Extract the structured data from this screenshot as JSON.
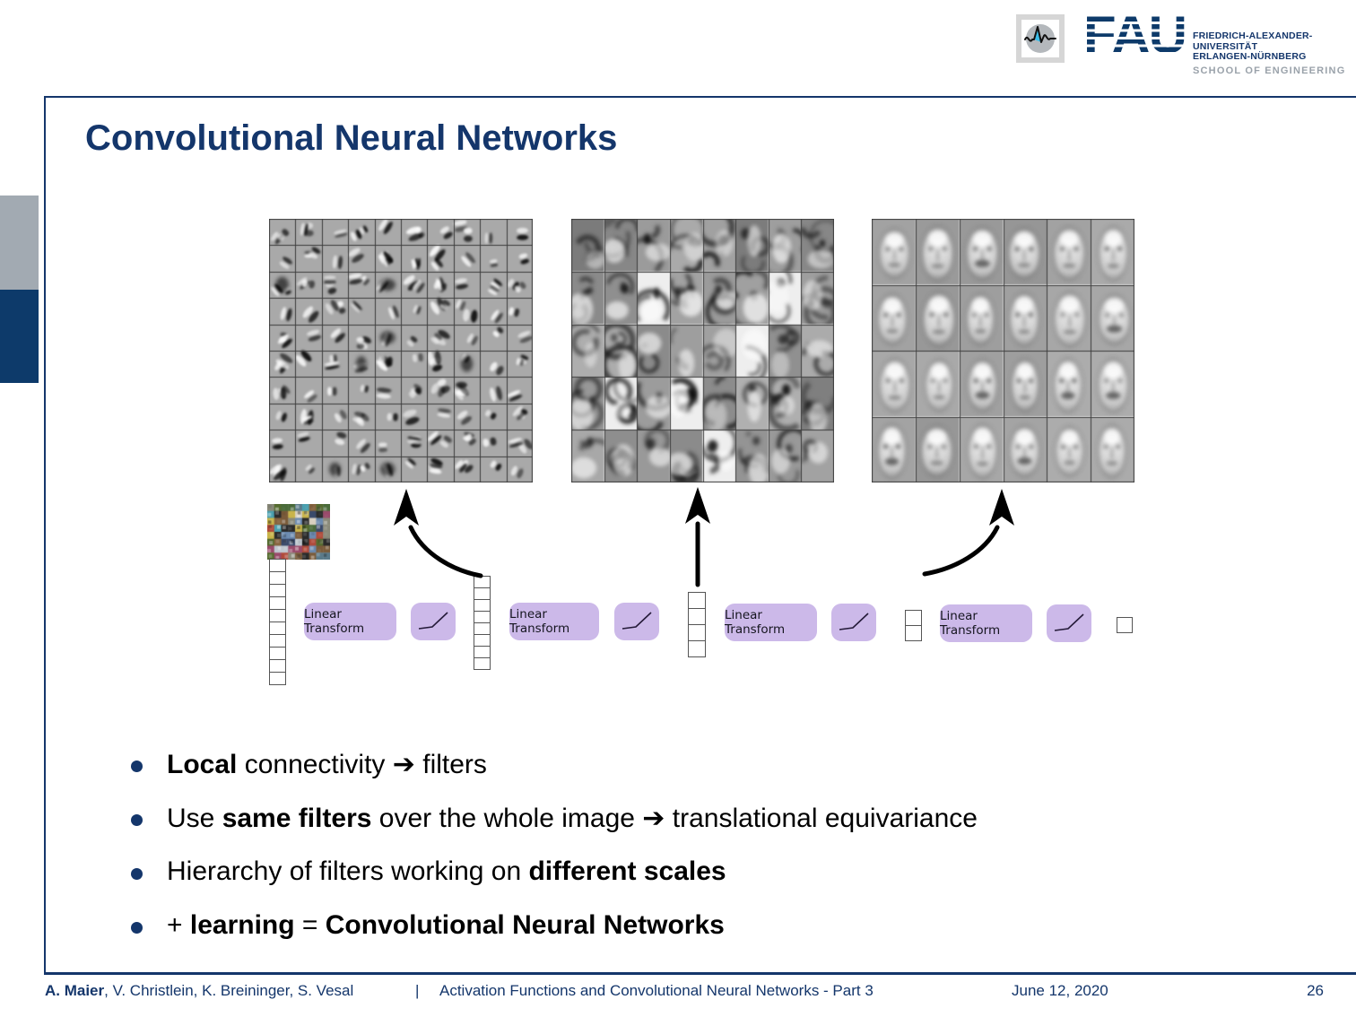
{
  "colors": {
    "navy": "#14366b",
    "lavender": "#ccb9e9",
    "gray_block": "#a2aab2",
    "school_gray": "#9aa2aa",
    "grid_cell_gray": "#a9a9a9",
    "grid_line": "#3c3c3c"
  },
  "header": {
    "fau_letters": "FAU",
    "university_lines": "FRIEDRICH-ALEXANDER-\nUNIVERSITÄT\nERLANGEN-NÜRNBERG",
    "school": "SCHOOL OF ENGINEERING"
  },
  "title": "Convolutional Neural Networks",
  "figure": {
    "transform_labels": [
      "Linear Transform",
      "Linear Transform",
      "Linear Transform",
      "Linear Transform"
    ],
    "grids": [
      {
        "name": "level1-edge-filters",
        "cols": 10,
        "rows": 10,
        "style": "edges"
      },
      {
        "name": "level2-part-filters",
        "cols": 8,
        "rows": 5,
        "style": "parts"
      },
      {
        "name": "level3-face-filters",
        "cols": 6,
        "rows": 4,
        "style": "faces"
      }
    ],
    "input_mosaic": {
      "name": "natural-image-patches",
      "cols": 9,
      "rows": 8
    },
    "vectors": [
      {
        "cells": 10
      },
      {
        "cells": 8
      },
      {
        "cells": 4
      },
      {
        "cells": 2
      },
      {
        "cells": 1
      }
    ]
  },
  "bullets": [
    [
      {
        "t": "Local",
        "b": true
      },
      {
        "t": " connectivity ➔ filters",
        "b": false
      }
    ],
    [
      {
        "t": "Use ",
        "b": false
      },
      {
        "t": "same filters",
        "b": true
      },
      {
        "t": " over the whole image ➔ translational equivariance",
        "b": false
      }
    ],
    [
      {
        "t": "Hierarchy of filters working on ",
        "b": false
      },
      {
        "t": "different scales",
        "b": true
      }
    ],
    [
      {
        "t": "+ ",
        "b": false
      },
      {
        "t": "learning",
        "b": true
      },
      {
        "t": " = ",
        "b": false
      },
      {
        "t": "Convolutional Neural Networks",
        "b": true
      }
    ]
  ],
  "footer": {
    "authors": [
      {
        "t": "A. Maier",
        "b": true
      },
      {
        "t": ", V. Christlein, K. Breininger, S. Vesal",
        "b": false
      }
    ],
    "separator": "|",
    "lecture": "Activation Functions and Convolutional Neural Networks - Part 3",
    "date": "June 12, 2020",
    "page": "26"
  }
}
